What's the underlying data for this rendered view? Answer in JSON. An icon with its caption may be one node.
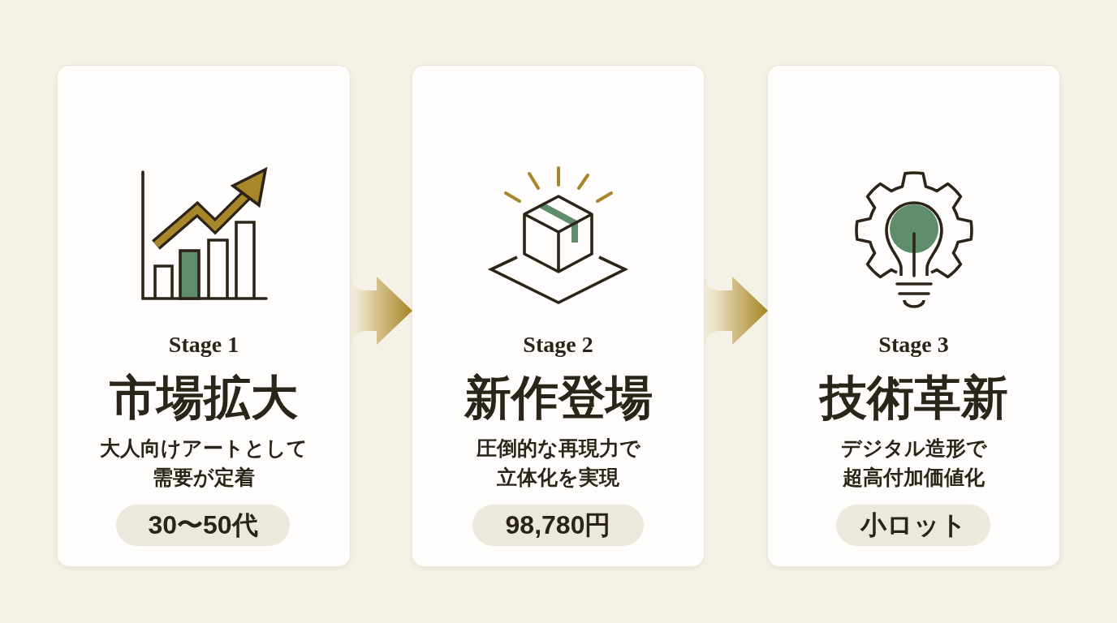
{
  "diagram": {
    "nodes": [
      {
        "text": [
          "Stage 1",
          "市場拡大",
          "大人向けアートとして需要が定着"
        ]
      },
      {
        "text": [
          "30〜50代"
        ],
        "in": 0
      },
      {
        "text": [
          "Stage 2",
          "新作登場",
          "圧倒的な再現力で立体化を実現"
        ]
      },
      {
        "text": [
          "98,780円"
        ],
        "in": 2
      },
      {
        "text": [
          "Stage 3",
          "技術革新",
          "デジタル造形で超高付加価値化"
        ]
      },
      {
        "text": [
          "小ロット"
        ],
        "in": 4
      }
    ],
    "edges": [
      {
        "from": 0,
        "to": 2,
        "arrow": "to"
      },
      {
        "from": 2,
        "to": 4,
        "arrow": "to"
      }
    ]
  }
}
